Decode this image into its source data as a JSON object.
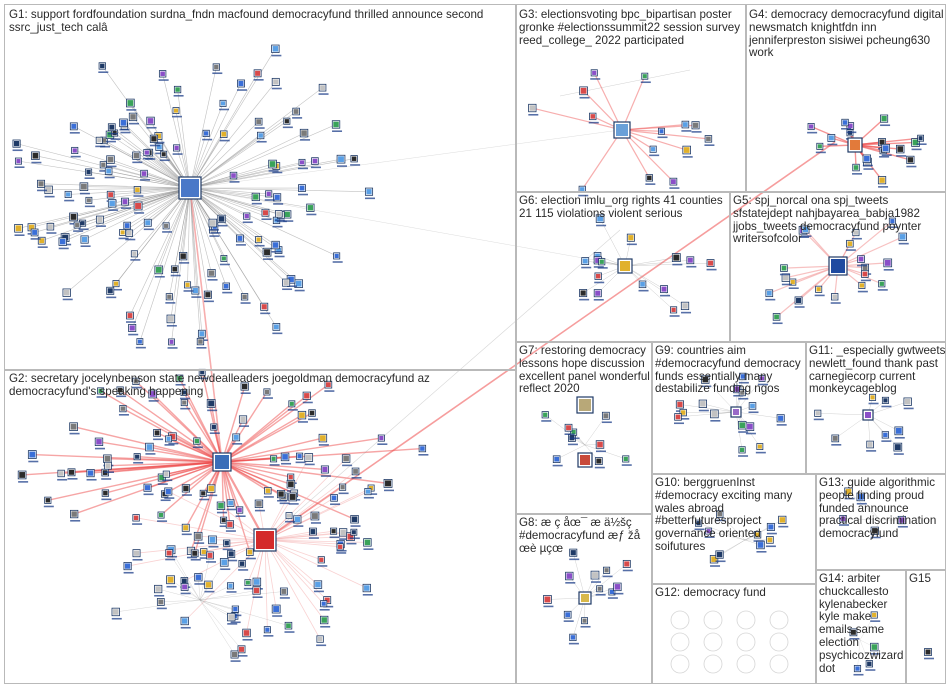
{
  "groups": [
    {
      "id": "G1",
      "label": "G1: support fordfoundation surdna_fndn macfound democracyfund thrilled announce second ssrc_just_tech calâ"
    },
    {
      "id": "G2",
      "label": "G2: secretary jocelynbenson state newdealleaders joegoldman democracyfund az democracyfund's speaking happening"
    },
    {
      "id": "G3",
      "label": "G3: electionsvoting bpc_bipartisan poster gronke #electionssummit22 session survey reed_college_ 2022 participated"
    },
    {
      "id": "G4",
      "label": "G4: democracy democracyfund digital newsmatch knightfdn inn jenniferpreston sisiwei pcheung630 work"
    },
    {
      "id": "G5",
      "label": "G5: spj_norcal ona spj_tweets sfstatejdept nahjbayarea_babja1982 jjobs_tweets democracyfund poynter writersofcolor"
    },
    {
      "id": "G6",
      "label": "G6: election imlu_org rights 41 counties 21 115 violations violent serious"
    },
    {
      "id": "G7",
      "label": "G7: restoring democracy lessons hope discussion excellent panel wonderful reflect 2020"
    },
    {
      "id": "G8",
      "label": "G8: æ ç åœ¯ æ ä½šç #democracyfund æƒ žå œè µçœ"
    },
    {
      "id": "G9",
      "label": "G9: countries aim #democracyfund democracy funds essentially many destabilize funding ngos"
    },
    {
      "id": "G10",
      "label": "G10: berggruenInst #democracy exciting many wales abroad #betterfuturesproject governance oriented soifutures"
    },
    {
      "id": "G11",
      "label": "G11: _especially gwtweets newlett_found thank past carnegiecorp current monkeycageblog"
    },
    {
      "id": "G12",
      "label": "G12: democracy fund"
    },
    {
      "id": "G13",
      "label": "G13: guide algorithmic people finding proud funded announce practical discrimination democracyfund"
    },
    {
      "id": "G14",
      "label": "G14: arbiter chuckcallesto kylenabecker kyle make emails same election psychicozwizard dot"
    },
    {
      "id": "G15",
      "label": "G15"
    }
  ],
  "palette": {
    "edge_gray": "#8c8c8c",
    "edge_red": "#ee4c4c",
    "edge_pink": "#f4a6a6",
    "panel_border": "#b9b9b9",
    "node_border": "#1f3a66",
    "node_label": "#1e3f8a"
  }
}
